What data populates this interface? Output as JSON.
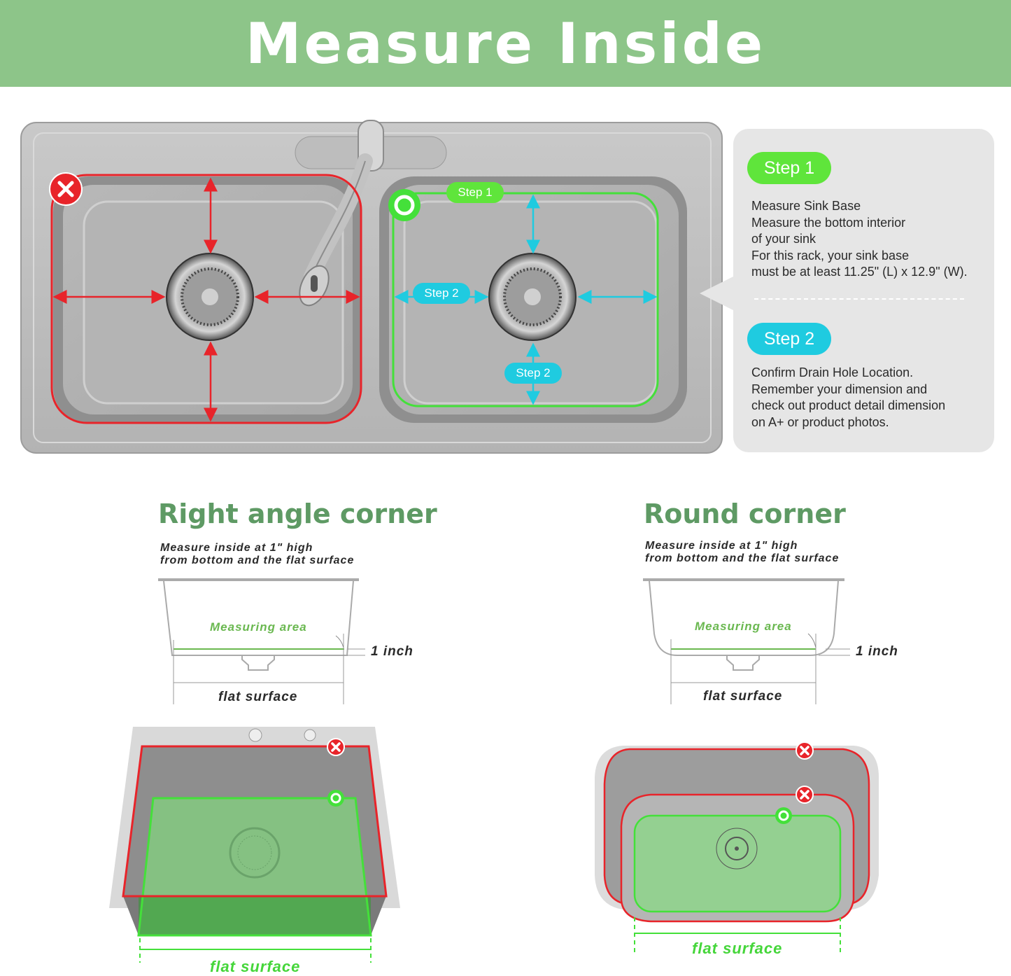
{
  "banner": {
    "title": "Measure Inside",
    "color": "#8dc589"
  },
  "double_sink": {
    "left_basin": {
      "status": "incorrect",
      "marker_icon": "x-mark-icon",
      "outline_color": "#e8242a"
    },
    "right_basin": {
      "status": "correct",
      "marker_icon": "check-circle-icon",
      "outline_color": "#44e03a",
      "tags": [
        {
          "label": "Step 1",
          "color": "#5fe53b"
        },
        {
          "label": "Step 2",
          "color": "#1fcbe0"
        },
        {
          "label": "Step 2",
          "color": "#1fcbe0"
        }
      ]
    }
  },
  "instructions": {
    "step1": {
      "label": "Step 1",
      "lines": [
        "Measure Sink Base",
        "Measure the bottom interior",
        "of your sink",
        "For this rack, your sink base",
        "must be at least 11.25\" (L) x 12.9\" (W)."
      ]
    },
    "step2": {
      "label": "Step 2",
      "lines": [
        "Confirm Drain Hole Location.",
        "Remember your dimension and",
        "check out product detail dimension",
        "on A+ or product photos."
      ]
    }
  },
  "sections": {
    "right_angle": {
      "title": "Right angle corner",
      "subtitle_lines": [
        "Measure inside at 1\" high",
        "from bottom and the flat surface"
      ],
      "measuring_area": "Measuring area",
      "height_label": "1 inch",
      "flat_label": "flat surface",
      "photo_flat_label": "flat surface"
    },
    "round": {
      "title": "Round corner",
      "subtitle_lines": [
        "Measure inside at 1\" high",
        "from bottom and the flat surface"
      ],
      "measuring_area": "Measuring area",
      "height_label": "1 inch",
      "flat_label": "flat surface",
      "photo_flat_label": "flat surface"
    }
  }
}
